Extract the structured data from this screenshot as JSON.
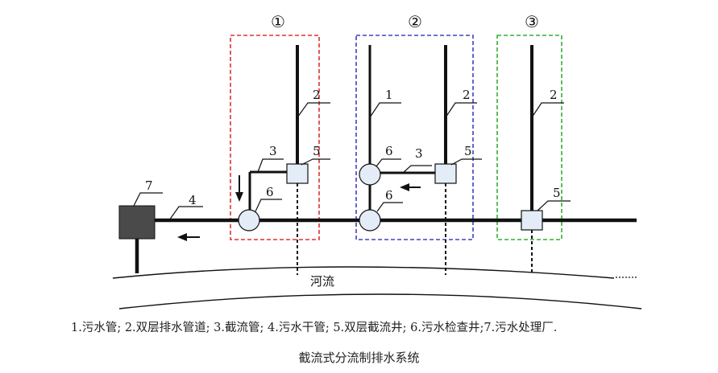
{
  "regions": [
    {
      "number": "①",
      "color": "#e03030"
    },
    {
      "number": "②",
      "color": "#4040c0"
    },
    {
      "number": "③",
      "color": "#30b030"
    }
  ],
  "labels": {
    "l1": "1",
    "l2a": "2",
    "l2b": "2",
    "l2c": "2",
    "l3a": "3",
    "l3b": "3",
    "l4": "4",
    "l5a": "5",
    "l5b": "5",
    "l5c": "5",
    "l6a": "6",
    "l6b": "6",
    "l6c": "6",
    "l7": "7"
  },
  "river_label": "河流",
  "legend": "1.污水管; 2.双层排水管道; 3.截流管; 4.污水干管; 5.双层截流井; 6.污水检查井;7.污水处理厂.",
  "caption": "截流式分流制排水系统",
  "colors": {
    "pipe": "#111111",
    "plant": "#4a4a4a",
    "manhole": "#e4ecf8"
  }
}
